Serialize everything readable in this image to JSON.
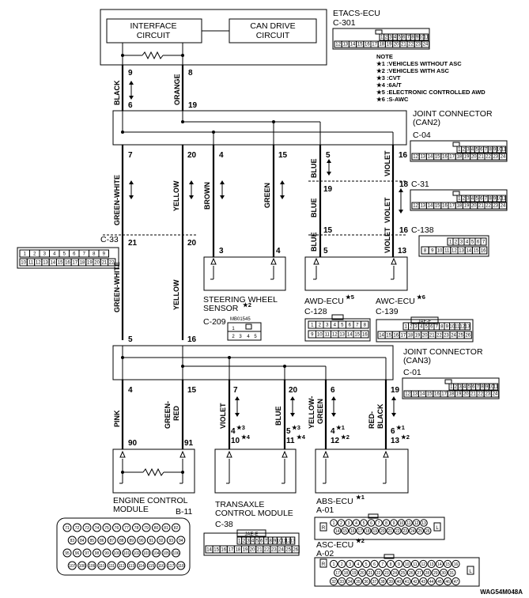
{
  "etacs": {
    "name": "ETACS-ECU",
    "connector": "C-301",
    "interface_circuit": [
      "INTERFACE",
      "CIRCUIT"
    ],
    "can_drive_circuit": [
      "CAN DRIVE",
      "CIRCUIT"
    ],
    "pins_top": [
      "1",
      "2",
      "3",
      "4",
      "5",
      "6",
      "7",
      "8",
      "9",
      "10",
      "11"
    ],
    "pins_bottom": [
      "12",
      "13",
      "14",
      "15",
      "16",
      "17",
      "18",
      "19",
      "20",
      "21",
      "22",
      "23",
      "24"
    ]
  },
  "notes": {
    "title": "NOTE",
    "items": [
      "★1 :VEHICLES WITHOUT ASC",
      "★2 :VEHICLES WITH ASC",
      "★3 :CVT",
      "★4 :6A/T",
      "★5 :ELECTRONIC CONTROLLED AWD",
      "★6 :S-AWC"
    ]
  },
  "joint_can2": {
    "title": "JOINT CONNECTOR",
    "subtitle": "(CAN2)",
    "connector": "C-04",
    "pins_top": [
      "1",
      "2",
      "3",
      "4",
      "5",
      "6",
      "7",
      "8",
      "9",
      "10",
      "11"
    ],
    "pins_bottom": [
      "12",
      "13",
      "14",
      "15",
      "16",
      "17",
      "18",
      "19",
      "20",
      "21",
      "22",
      "23",
      "24"
    ]
  },
  "joint_can3": {
    "title": "JOINT CONNECTOR",
    "subtitle": "(CAN3)",
    "connector": "C-01",
    "pins_top": [
      "1",
      "2",
      "3",
      "4",
      "5",
      "6",
      "7",
      "8",
      "9",
      "10",
      "11"
    ],
    "pins_bottom": [
      "12",
      "13",
      "14",
      "15",
      "16",
      "17",
      "18",
      "19",
      "20",
      "21",
      "22",
      "23",
      "24"
    ]
  },
  "connector_c31": {
    "label": "C-31"
  },
  "connector_c138": {
    "label": "C-138",
    "pins_top": [
      "1",
      "2",
      "3",
      "4",
      "5",
      "6",
      "7"
    ],
    "pins_bottom": [
      "8",
      "9",
      "10",
      "11",
      "12",
      "13",
      "14",
      "15",
      "16"
    ]
  },
  "connector_c33": {
    "label": "C-33",
    "pins_top": [
      "1",
      "2",
      "3",
      "4",
      "5",
      "6",
      "7",
      "8",
      "9"
    ],
    "pins_bottom": [
      "10",
      "11",
      "12",
      "13",
      "14",
      "15",
      "16",
      "17",
      "18",
      "19",
      "20",
      "21",
      "22"
    ]
  },
  "steering_sensor": {
    "name": [
      "STEERING WHEEL",
      "SENSOR"
    ],
    "star": "★2",
    "connector": "C-209",
    "part": "MB01545",
    "pins": [
      "1",
      "2",
      "3",
      "4",
      "5"
    ]
  },
  "awd_ecu": {
    "name": "AWD-ECU",
    "star": "★5",
    "connector": "C-128"
  },
  "awc_ecu": {
    "name": "AWC-ECU",
    "star": "★6",
    "connector": "C-139",
    "header": "JAE-E"
  },
  "engine_module": {
    "name": [
      "ENGINE CONTROL",
      "MODULE"
    ],
    "connector": "B-11"
  },
  "transaxle_module": {
    "name": [
      "TRANSAXLE",
      "CONTROL MODULE"
    ],
    "connector": "C-38",
    "header": "JAE-E"
  },
  "abs_ecu": {
    "name": "ABS-ECU",
    "star": "★1",
    "connector": "A-01"
  },
  "asc_ecu": {
    "name": "ASC-ECU",
    "star": "★2",
    "connector": "A-02"
  },
  "wires": {
    "etacs_to_can2": [
      {
        "color": "BLACK",
        "pin_top": "9",
        "pin_bottom": "6"
      },
      {
        "color": "ORANGE",
        "pin_top": "8",
        "pin_bottom": "19"
      }
    ],
    "can2_out": [
      {
        "color": "GREEN-WHITE",
        "pin": "7"
      },
      {
        "color": "YELLOW",
        "pin": "20"
      },
      {
        "color": "BROWN",
        "pin": "4"
      },
      {
        "color": "GREEN",
        "pin": "15"
      },
      {
        "color": "BLUE",
        "pin": "5"
      },
      {
        "color": "VIOLET",
        "pin": "16"
      }
    ],
    "c31_pins": [
      "19",
      "18"
    ],
    "c138_pins": [
      "15",
      "16"
    ],
    "c33_pins": [
      "21",
      "20"
    ],
    "sensor_pins": [
      "3",
      "4"
    ],
    "awd_awc_pins": [
      "5",
      "13"
    ],
    "to_can3": [
      {
        "color": "GREEN-WHITE",
        "pin": "5"
      },
      {
        "color": "YELLOW",
        "pin": "16"
      }
    ],
    "can3_out": [
      {
        "color": "PINK",
        "pin": "4",
        "dest": "90"
      },
      {
        "color": "GREEN-RED",
        "pin": "15",
        "dest": "91"
      },
      {
        "color": "VIOLET",
        "pin": "7",
        "dest_a": "4",
        "dest_a_star": "★3",
        "dest_b": "10",
        "dest_b_star": "★4"
      },
      {
        "color": "BLUE",
        "pin": "20",
        "dest_a": "5",
        "dest_a_star": "★3",
        "dest_b": "11",
        "dest_b_star": "★4"
      },
      {
        "color": "YELLOW-GREEN",
        "pin": "6",
        "dest_a": "4",
        "dest_a_star": "★1",
        "dest_b": "12",
        "dest_b_star": "★2"
      },
      {
        "color": "RED-BLACK",
        "pin": "19",
        "dest_a": "6",
        "dest_a_star": "★1",
        "dest_b": "13",
        "dest_b_star": "★2"
      }
    ]
  },
  "b11_pins": [
    [
      "71",
      "72",
      "73",
      "74",
      "75",
      "76",
      "77",
      "78",
      "79",
      "80",
      "81",
      "82"
    ],
    [
      "83",
      "84",
      "85",
      "86",
      "87",
      "88",
      "89",
      "90",
      "91",
      "92",
      "93",
      "94"
    ],
    [
      "95",
      "96",
      "97",
      "98",
      "99",
      "100",
      "101",
      "102",
      "103",
      "104",
      "105",
      "106"
    ],
    [
      "107",
      "108",
      "109",
      "110",
      "111",
      "112",
      "113",
      "114",
      "115",
      "116",
      "117",
      "118"
    ]
  ],
  "a01_pins": [
    [
      "1",
      "2",
      "3",
      "4",
      "5",
      "6",
      "7",
      "8",
      "9",
      "10",
      "11",
      "12",
      "13"
    ],
    [
      "14",
      "15",
      "16",
      "17",
      "18",
      "19",
      "20",
      "21",
      "22",
      "23",
      "24",
      "25",
      "26"
    ]
  ],
  "a02_pins": [
    [
      "1",
      "2",
      "3",
      "4",
      "5",
      "6",
      "7",
      "8",
      "9",
      "10",
      "11",
      "12",
      "13",
      "14",
      "15",
      "16"
    ],
    [
      "17",
      "18",
      "19",
      "20",
      "21",
      "22",
      "23",
      "24",
      "25",
      "26",
      "27",
      "28",
      "29",
      "30",
      "31"
    ],
    [
      "32",
      "33",
      "34",
      "35",
      "36",
      "37",
      "38",
      "39",
      "40",
      "41",
      "42",
      "43",
      "44",
      "45",
      "46",
      "47"
    ]
  ],
  "figure_code": "WAG54M048A"
}
